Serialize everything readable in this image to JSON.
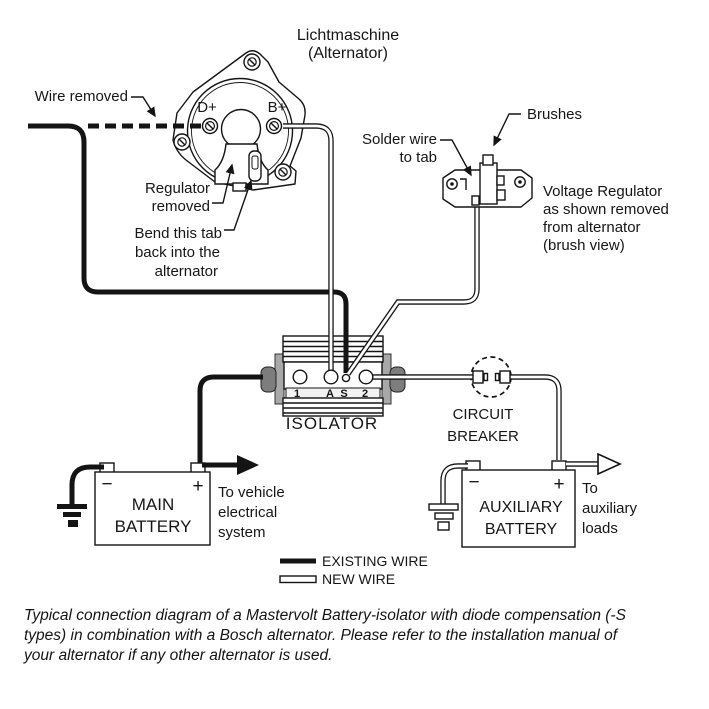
{
  "diagram": {
    "title": {
      "line1": "Lichtmaschine",
      "line2": "(Alternator)"
    },
    "alternator": {
      "terminal_d": "D+",
      "terminal_b": "B+"
    },
    "callouts": {
      "wire_removed": "Wire removed",
      "regulator_removed": [
        "Regulator",
        "removed"
      ],
      "bend_tab": [
        "Bend this tab",
        "back into the",
        "alternator"
      ],
      "solder_wire": [
        "Solder wire",
        "to tab"
      ],
      "brushes": "Brushes",
      "voltage_regulator": [
        "Voltage Regulator",
        "as shown removed",
        "from alternator",
        "(brush view)"
      ]
    },
    "isolator": {
      "label": "ISOLATOR",
      "terminals": [
        "1",
        "A",
        "S",
        "2"
      ]
    },
    "circuit_breaker": [
      "CIRCUIT",
      "BREAKER"
    ],
    "main_battery": {
      "name": [
        "MAIN",
        "BATTERY"
      ],
      "minus": "−",
      "plus": "+",
      "output": [
        "To vehicle",
        "electrical",
        "system"
      ]
    },
    "aux_battery": {
      "name": [
        "AUXILIARY",
        "BATTERY"
      ],
      "minus": "−",
      "plus": "+",
      "output": [
        "To",
        "auxiliary",
        "loads"
      ]
    },
    "legend": {
      "existing": "EXISTING WIRE",
      "new": "NEW WIRE"
    },
    "caption": [
      "Typical connection diagram of a Mastervolt Battery-isolator with diode compensation (-S",
      "types) in combination with a Bosch alternator. Please refer to the installation manual of",
      "your alternator if any other alternator is used."
    ],
    "colors": {
      "ink": "#141414",
      "bracket": "#a8a8a8",
      "endcap": "#7d7d7d",
      "background": "#ffffff"
    }
  }
}
